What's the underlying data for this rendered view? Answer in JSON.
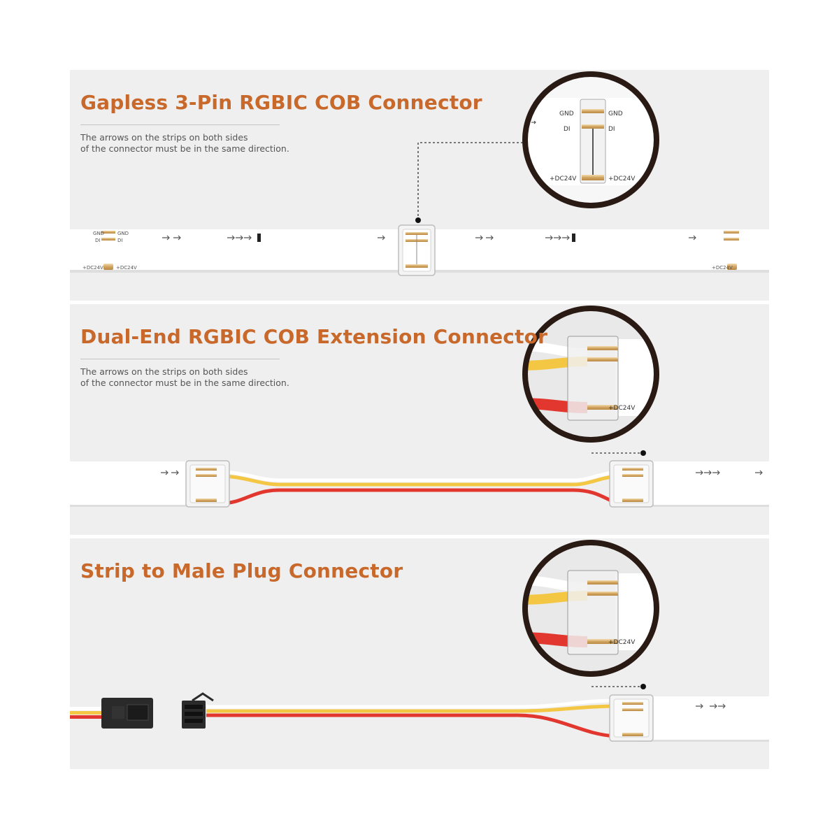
{
  "colors": {
    "title": "#c8692b",
    "panel_background": "#efefef",
    "strip": "#ffffff",
    "wire_white": "#ffffff",
    "wire_yellow": "#f3c744",
    "wire_red": "#e2372e",
    "pin_gold": "#d8b47c",
    "plug_black": "#2a2a2a"
  },
  "sections": [
    {
      "title": "Gapless 3-Pin RGBIC COB Connector",
      "note_line1": "The arrows on the strips on both sides",
      "note_line2": "of the connector must be in the same direction.",
      "pad_labels": {
        "gnd": "GND",
        "din": "DI",
        "power": "+DC24V"
      },
      "zoom_labels": {
        "gnd": "GND",
        "din": "DI",
        "power": "+DC24V"
      }
    },
    {
      "title": "Dual-End RGBIC COB Extension Connector",
      "note_line1": "The arrows on the strips on both sides",
      "note_line2": "of the connector must be in the same direction.",
      "zoom_label": "+DC24V"
    },
    {
      "title": "Strip to Male Plug Connector",
      "zoom_label": "+DC24V"
    }
  ],
  "icons": {
    "zoom_callout": "magnifier-circle-icon",
    "direction_arrow": "direction-arrow-icon",
    "connector": "clip-connector-icon",
    "plug": "male-plug-icon"
  }
}
